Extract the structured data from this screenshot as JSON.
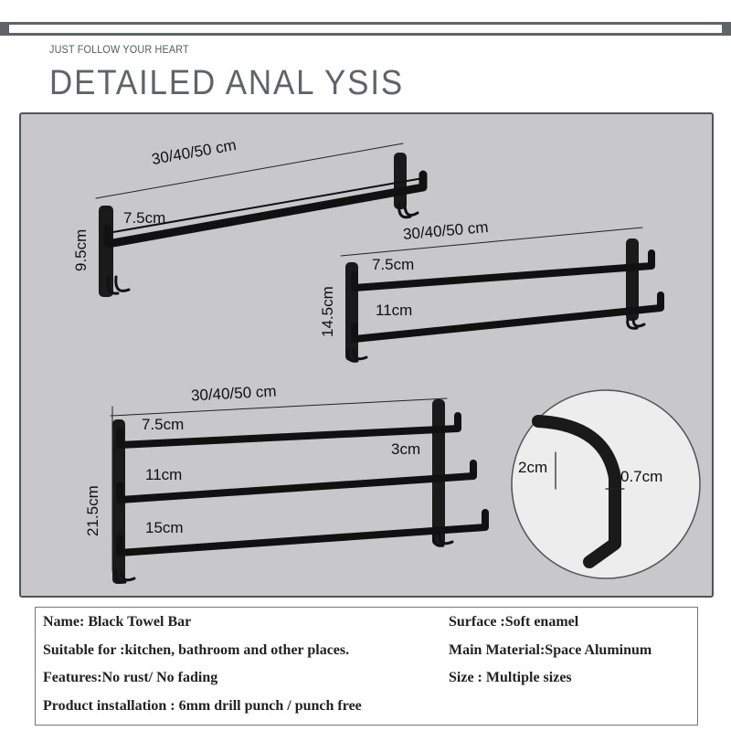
{
  "header": {
    "subtitle": "JUST FOLLOW YOUR HEART",
    "title": "DETAILED ANAL YSIS"
  },
  "diagram": {
    "single_bar": {
      "length": "30/40/50 cm",
      "depth": "7.5cm",
      "height": "9.5cm"
    },
    "double_bar": {
      "length": "30/40/50 cm",
      "depth1": "7.5cm",
      "depth2": "11cm",
      "height": "14.5cm"
    },
    "triple_bar": {
      "length": "30/40/50 cm",
      "depth1": "7.5cm",
      "depth2": "11cm",
      "depth3": "15cm",
      "height": "21.5cm",
      "spacing": "3cm"
    },
    "detail": {
      "width": "2cm",
      "thickness": "0.7cm"
    }
  },
  "specs": {
    "name": "Name: Black Towel Bar",
    "surface": "Surface :Soft enamel",
    "suitable": "Suitable for :kitchen, bathroom and other places.",
    "material": "Main Material:Space Aluminum",
    "features": "Features:No rust/ No fading",
    "size": "Size : Multiple sizes",
    "installation": "Product installation : 6mm drill punch / punch free"
  }
}
